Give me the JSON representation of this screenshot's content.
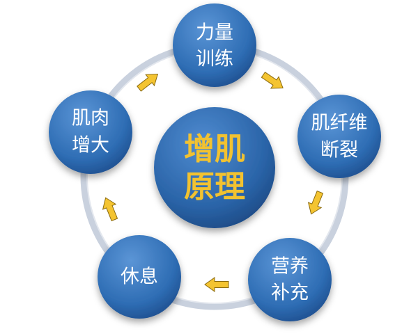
{
  "center": {
    "line1": "增肌",
    "line2": "原理"
  },
  "nodes": [
    {
      "id": "strength-training",
      "line1": "力量",
      "line2": "训练"
    },
    {
      "id": "fiber-breakdown",
      "line1": "肌纤维",
      "line2": "断裂"
    },
    {
      "id": "nutrition",
      "line1": "营养",
      "line2": "补充"
    },
    {
      "id": "rest",
      "line1": "休息",
      "line2": ""
    },
    {
      "id": "muscle-growth",
      "line1": "肌肉",
      "line2": "增大"
    }
  ],
  "colors": {
    "node_fill": "#2e6db4",
    "node_highlight": "#5b95d6",
    "ring": "#c7cfdd",
    "arrow_fill": "#f4c431",
    "arrow_stroke": "#8a6a10",
    "center_text": "#f2c230"
  }
}
